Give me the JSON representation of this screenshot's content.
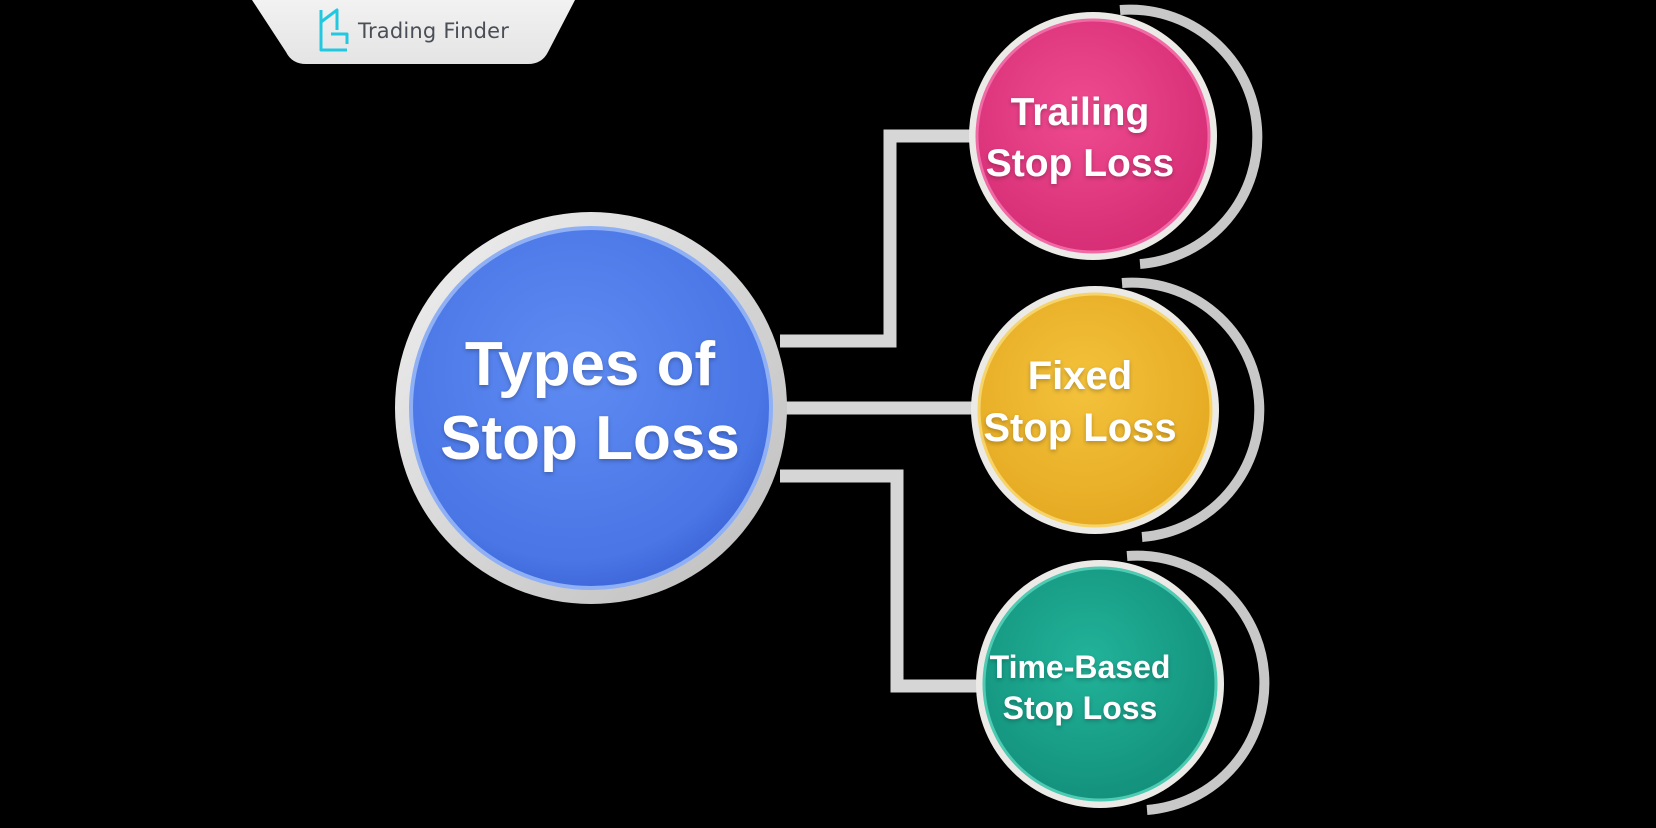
{
  "brand": {
    "name": "Trading Finder",
    "icon": "trading-finder-logo-icon",
    "accent": "#22c8e0"
  },
  "diagram": {
    "center": {
      "line1": "Types of",
      "line2": "Stop Loss",
      "color": "#4f7ef0"
    },
    "branches": [
      {
        "line1": "Trailing",
        "line2": "Stop Loss",
        "color": "#e83d86"
      },
      {
        "line1": "Fixed",
        "line2": "Stop Loss",
        "color": "#f0b830"
      },
      {
        "line1": "Time-Based",
        "line2": "Stop Loss",
        "color": "#1aa78f"
      }
    ],
    "connector_color": "#d9d9d9",
    "background": "#000000"
  }
}
